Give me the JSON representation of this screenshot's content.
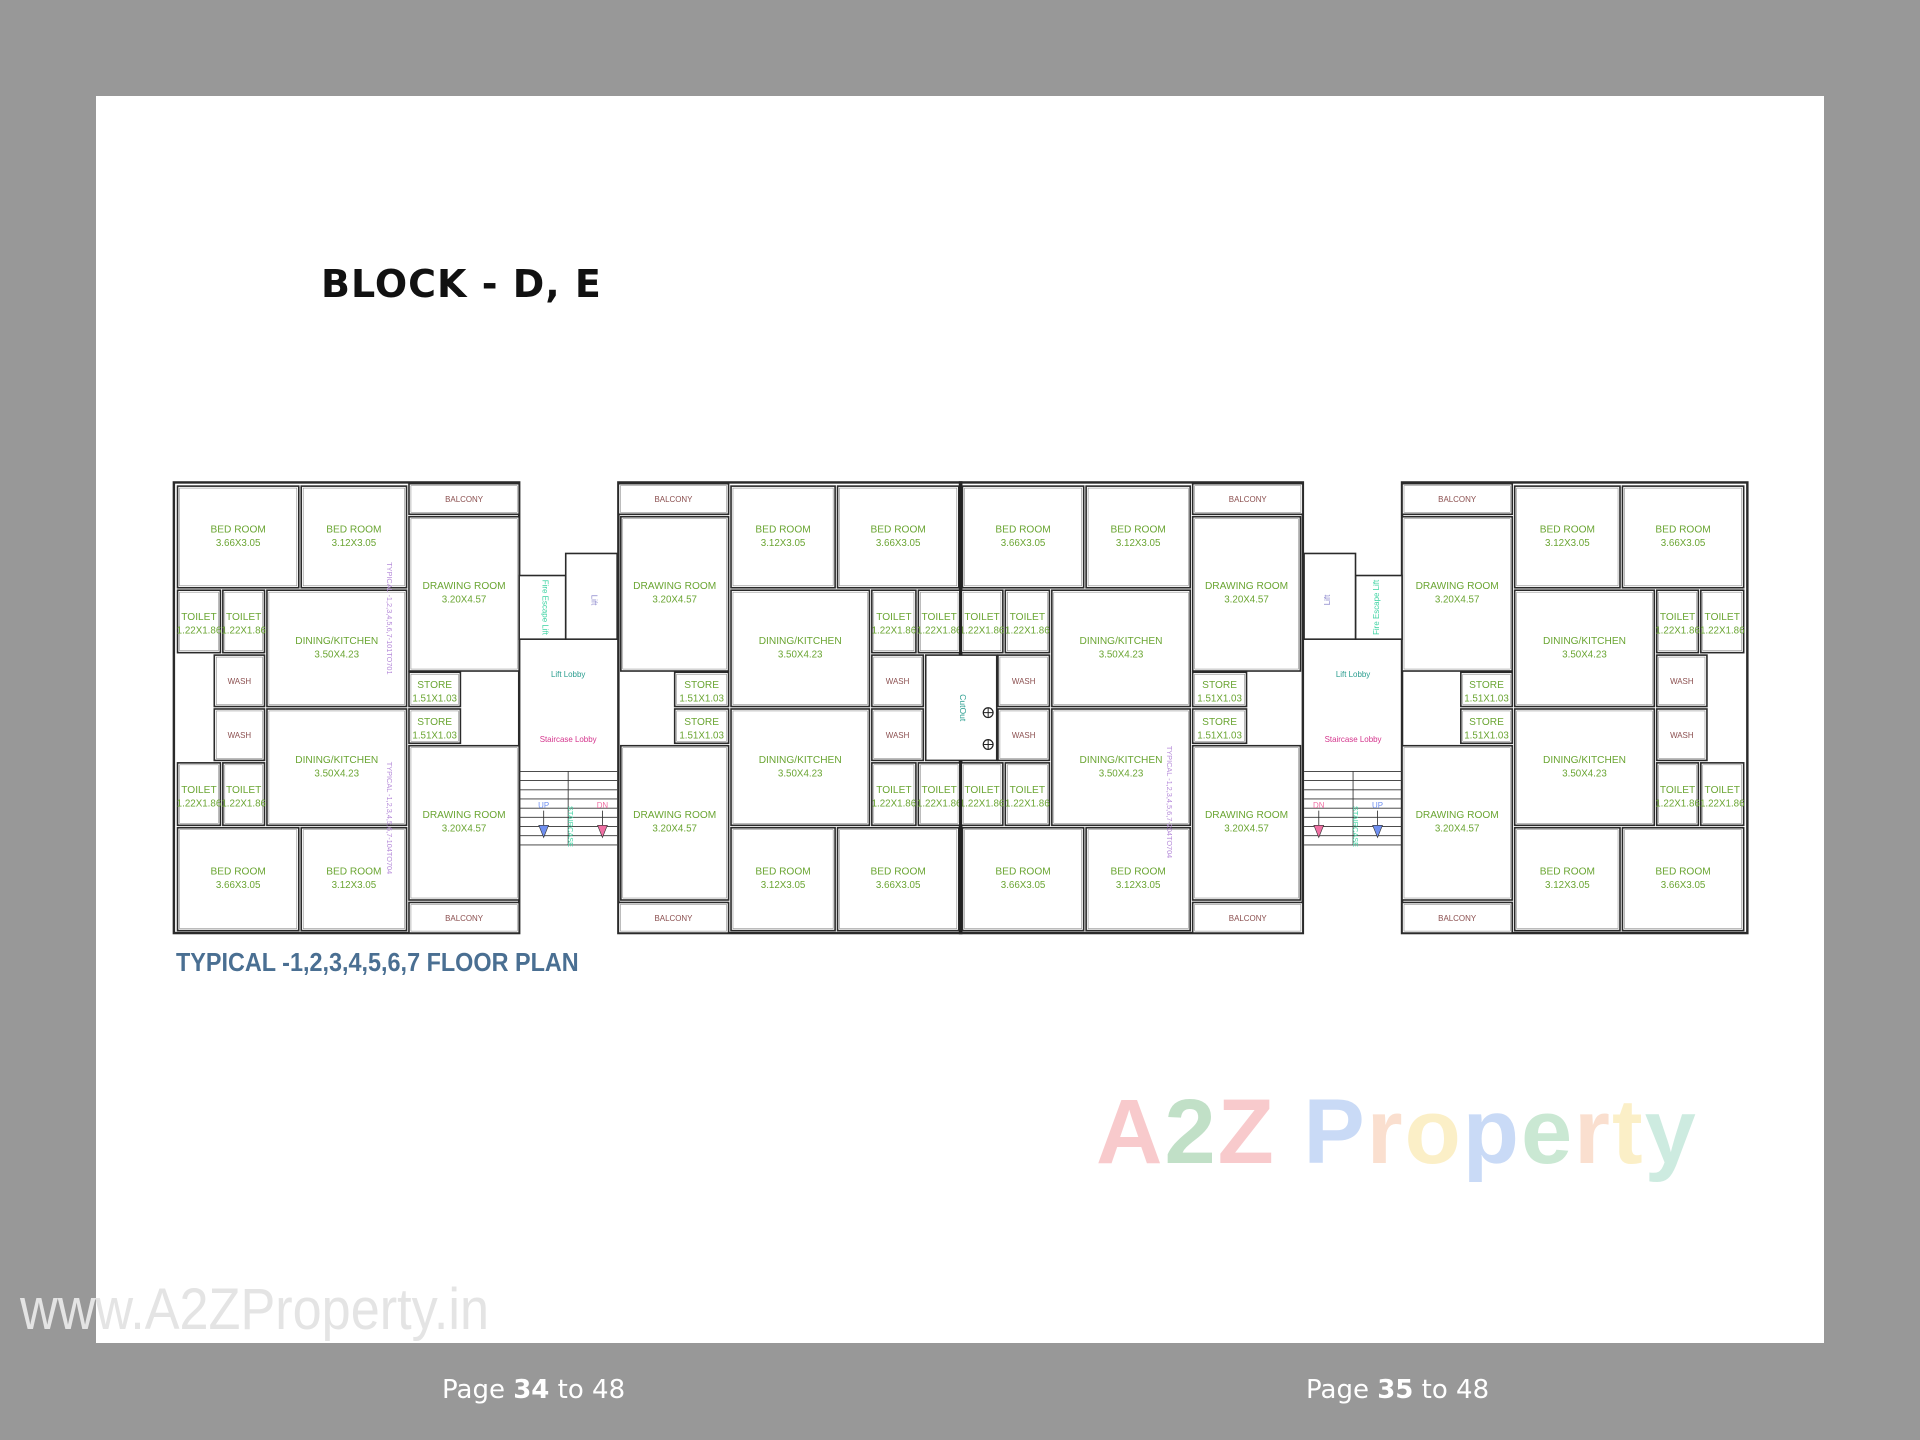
{
  "title": "BLOCK - D, E",
  "caption": "TYPICAL -1,2,3,4,5,6,7  FLOOR PLAN",
  "watermark": {
    "logo_letters": [
      "A",
      "2",
      "Z",
      " ",
      "P",
      "r",
      "o",
      "p",
      "e",
      "r",
      "t",
      "y"
    ],
    "logo_colors": [
      "#f4a0a4",
      "#8fc79a",
      "#f4a0a4",
      "#ffffff",
      "#9dbcf0",
      "#f7c6a8",
      "#f9e39a",
      "#9dbcf0",
      "#9fd6b0",
      "#f7c6a8",
      "#f9e39a",
      "#a6dcc8"
    ],
    "url": "www.A2ZProperty.in"
  },
  "pagination": [
    {
      "prefix": "Page",
      "page": "34",
      "suffix": "to 48"
    },
    {
      "prefix": "Page",
      "page": "35",
      "suffix": "to 48"
    }
  ],
  "colors": {
    "room_text": "#6aa532",
    "utility_text": "#8b4f4f",
    "lift_lobby": "#2a9d8f",
    "staircase_lobby": "#d4348c",
    "fire_lift": "#3dd3a2",
    "lift": "#8a86cc",
    "typical_note": "#b58ad9",
    "wall": "#2a2a2a",
    "arrow_up": "#6f8ff0",
    "arrow_dn": "#ef6fa3"
  },
  "plan": {
    "rooms": [
      {
        "name": "BED ROOM",
        "size": "3.66X3.05"
      },
      {
        "name": "BED ROOM",
        "size": "3.12X3.05"
      },
      {
        "name": "BALCONY",
        "size": ""
      },
      {
        "name": "DRAWING ROOM",
        "size": "3.20X4.57"
      },
      {
        "name": "TOILET",
        "size": "1.22X1.86"
      },
      {
        "name": "TOILET",
        "size": "1.22X1.86"
      },
      {
        "name": "DINING/KITCHEN",
        "size": "3.50X4.23"
      },
      {
        "name": "WASH",
        "size": ""
      },
      {
        "name": "STORE",
        "size": "1.51X1.03"
      },
      {
        "name": "STORE",
        "size": "1.51X1.03"
      },
      {
        "name": "WASH",
        "size": ""
      },
      {
        "name": "DINING/KITCHEN",
        "size": "3.50X4.23"
      },
      {
        "name": "TOILET",
        "size": "1.22X1.86"
      },
      {
        "name": "TOILET",
        "size": "1.22X1.86"
      },
      {
        "name": "DRAWING ROOM",
        "size": "3.20X4.57"
      },
      {
        "name": "BED ROOM",
        "size": "3.66X3.05"
      },
      {
        "name": "BED ROOM",
        "size": "3.12X3.05"
      },
      {
        "name": "BALCONY",
        "size": ""
      },
      {
        "name": "BALCONY",
        "size": ""
      },
      {
        "name": "DRAWING ROOM",
        "size": "3.20X4.57"
      },
      {
        "name": "STORE",
        "size": "1.51X1.03"
      },
      {
        "name": "STORE",
        "size": "1.51X1.03"
      },
      {
        "name": "DRAWING ROOM",
        "size": "3.20X4.57"
      },
      {
        "name": "BALCONY",
        "size": ""
      },
      {
        "name": "BED ROOM",
        "size": "3.12X3.05"
      },
      {
        "name": "BED ROOM",
        "size": "3.66X3.05"
      },
      {
        "name": "DINING/KITCHEN",
        "size": "3.50X4.23"
      },
      {
        "name": "TOILET",
        "size": "1.22X1.86"
      },
      {
        "name": "TOILET",
        "size": "1.22X1.86"
      },
      {
        "name": "WASH",
        "size": ""
      },
      {
        "name": "WASH",
        "size": ""
      },
      {
        "name": "DINING/KITCHEN",
        "size": "3.50X4.23"
      },
      {
        "name": "TOILET",
        "size": "1.22X1.86"
      },
      {
        "name": "TOILET",
        "size": "1.22X1.86"
      },
      {
        "name": "BED ROOM",
        "size": "3.12X3.05"
      },
      {
        "name": "BED ROOM",
        "size": "3.66X3.05"
      }
    ],
    "core": {
      "fire_escape_lift": "Fire Escape Lift",
      "lift": "Lift",
      "lift_lobby": "Lift Lobby",
      "staircase_lobby": "Staircase Lobby",
      "staircase": "STAIRCASE",
      "up": "UP",
      "dn": "DN"
    },
    "cutout": "CutOut",
    "typical_notes": [
      "TYPICAL -1,2,3,4,5,6,7-101TO701",
      "TYPICAL -1,2,3,4,5,6,7-104TO704",
      "TYPICAL -1,2,3,4,5,6,7-204TO704"
    ]
  }
}
